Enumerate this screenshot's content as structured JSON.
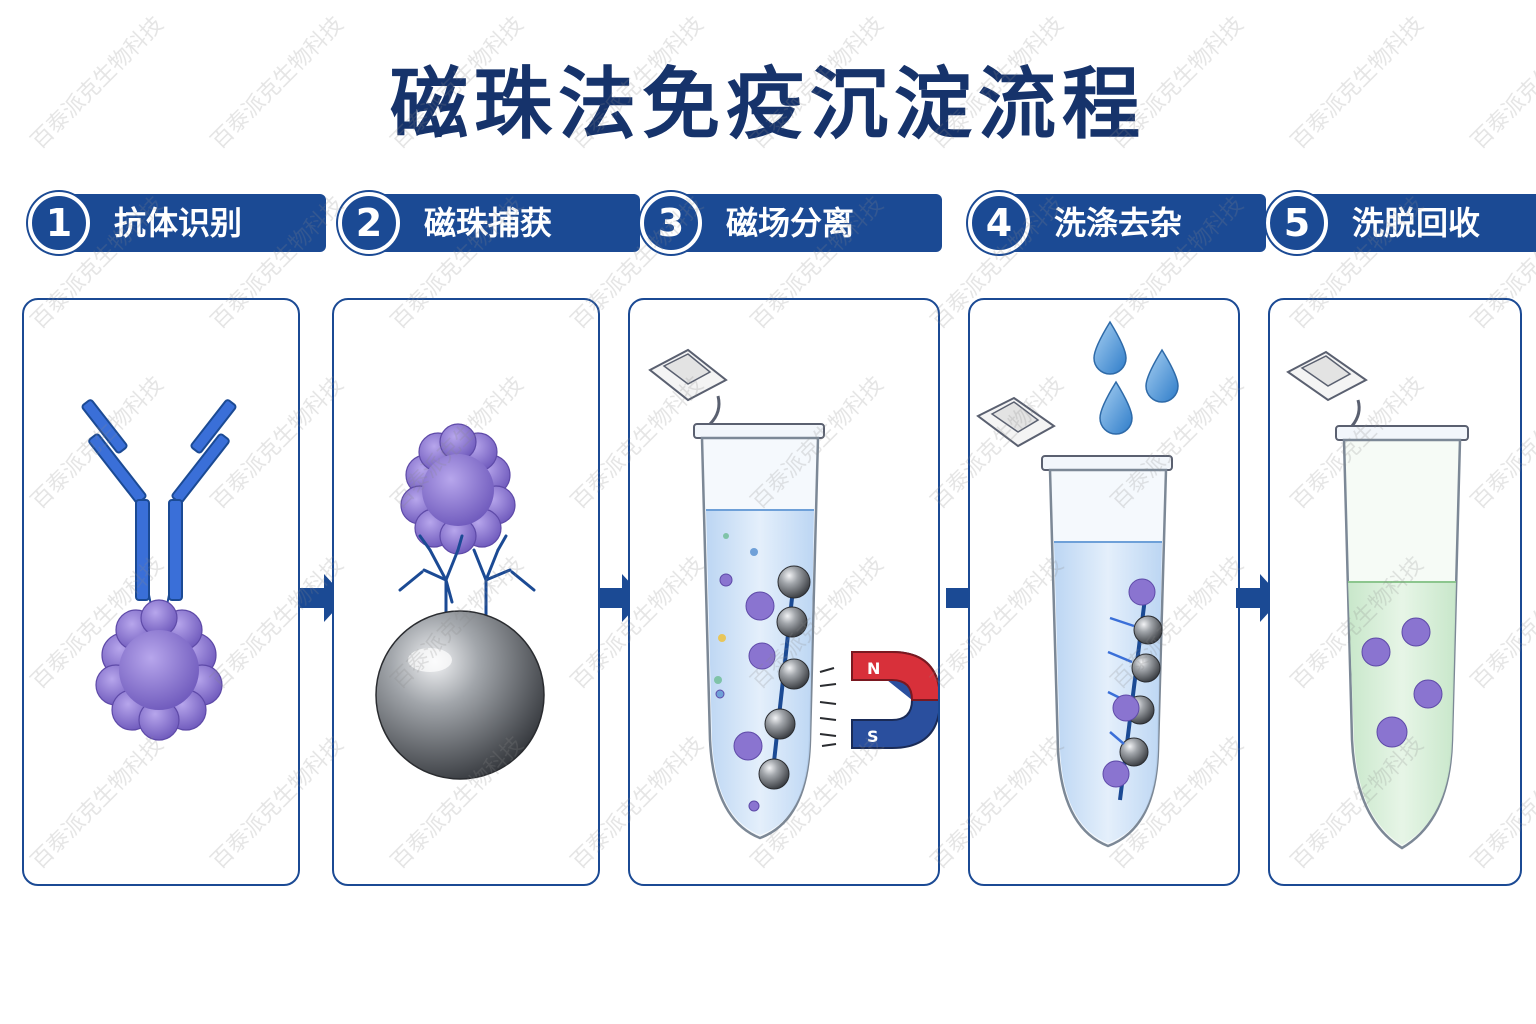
{
  "title": "磁珠法免疫沉淀流程",
  "steps": [
    {
      "num": "1",
      "label": "抗体识别"
    },
    {
      "num": "2",
      "label": "磁珠捕获"
    },
    {
      "num": "3",
      "label": "磁场分离"
    },
    {
      "num": "4",
      "label": "洗涤去杂"
    },
    {
      "num": "5",
      "label": "洗脱回收"
    }
  ],
  "magnet": {
    "north": "N",
    "south": "S"
  },
  "watermark": "百泰派克生物科技",
  "colors": {
    "primary": "#1b4a94",
    "antibody": "#3a6fd8",
    "antigen": "#8a74d0",
    "bead": "#7d8187",
    "liquid": "#cfe2f7",
    "eluate": "#d8f0d8",
    "magnet_red": "#d8303a",
    "magnet_blue": "#2a4f9e"
  }
}
